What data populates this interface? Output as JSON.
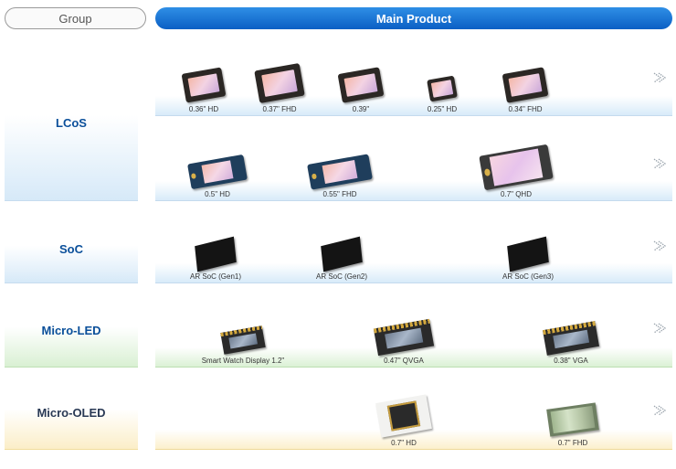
{
  "header": {
    "group_label": "Group",
    "main_label": "Main Product"
  },
  "groups": [
    {
      "label": "LCoS"
    },
    {
      "label": "SoC"
    },
    {
      "label": "Micro-LED"
    },
    {
      "label": "Micro-OLED"
    }
  ],
  "rows": [
    {
      "group": "LCoS",
      "items": [
        "0.36\" HD",
        "0.37\" FHD",
        "0.39\"",
        "0.25\" HD",
        "0.34\" FHD"
      ]
    },
    {
      "group": "LCoS",
      "items": [
        "0.5\" HD",
        "0.55\" FHD",
        "0.7\" QHD"
      ]
    },
    {
      "group": "SoC",
      "items": [
        "AR SoC (Gen1)",
        "AR SoC (Gen2)",
        "AR SoC (Gen3)"
      ]
    },
    {
      "group": "Micro-LED",
      "items": [
        "Smart Watch Display 1.2\"",
        "0.47\" QVGA",
        "0.38\" VGA"
      ]
    },
    {
      "group": "Micro-OLED",
      "items": [
        "0.7\" HD",
        "0.7\" FHD"
      ]
    }
  ],
  "icons": {
    "row_arrow": "chevron-right-icon"
  }
}
